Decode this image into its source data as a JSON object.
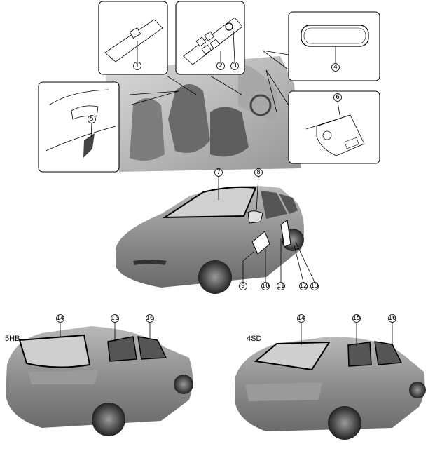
{
  "callouts": {
    "n1": "1",
    "n2": "2",
    "n3": "3",
    "n4": "4",
    "n5": "5",
    "n6": "6",
    "n7": "7",
    "n8": "8",
    "n9": "9",
    "n10": "10",
    "n11": "11",
    "n12": "12",
    "n13": "13",
    "n14a": "14",
    "n15a": "15",
    "n16a": "16",
    "n14b": "14",
    "n15b": "15",
    "n16b": "16"
  },
  "variants": {
    "hatchback": "5HB",
    "sedan": "4SD"
  }
}
